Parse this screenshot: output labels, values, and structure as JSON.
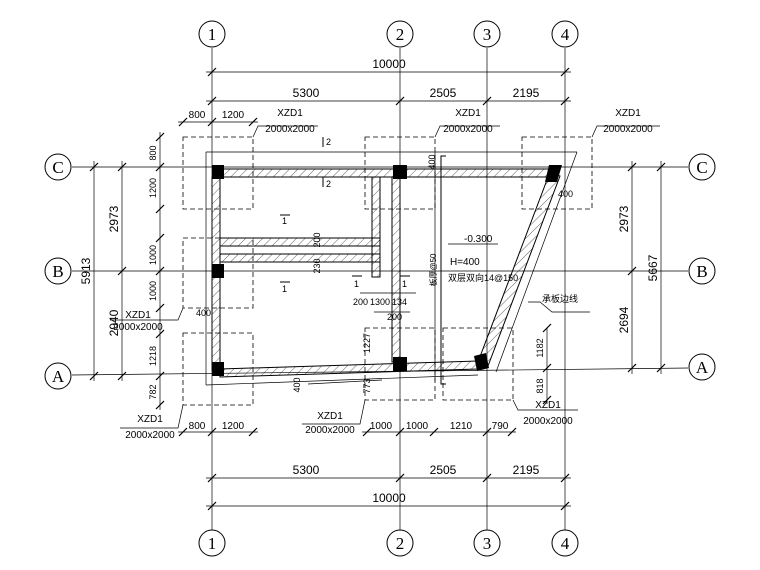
{
  "axes": {
    "vertical": [
      "1",
      "2",
      "3",
      "4"
    ],
    "horizontal": [
      "C",
      "B",
      "A"
    ]
  },
  "dims": {
    "total": "10000",
    "top_segments": [
      "5300",
      "2505",
      "2195"
    ],
    "top_sub": [
      "800",
      "1200"
    ],
    "bottom_segments": [
      "5300",
      "2505",
      "2195"
    ],
    "bottom_sub": [
      "800",
      "1200",
      "1000",
      "1000",
      "1210",
      "790"
    ],
    "left_outer": "5913",
    "left_mid": [
      "2973",
      "2940"
    ],
    "left_inner": [
      "800",
      "1200",
      "1000",
      "1000",
      "1218",
      "782"
    ],
    "right_outer": "5667",
    "right_mid": [
      "2973",
      "2694"
    ],
    "right_inner": [
      "1182",
      "818"
    ],
    "interior": [
      "400",
      "400",
      "400",
      "400",
      "200",
      "230",
      "200",
      "1300",
      "134",
      "200",
      "1227",
      "773",
      "400"
    ]
  },
  "tags": {
    "xzd1": "XZD1",
    "size": "2000x2000"
  },
  "notes": {
    "elevation": "-0.300",
    "height": "H=400",
    "rebar": "双层双向14@150",
    "thickening_line": "承板边线",
    "vertical_note": "板厚@50"
  },
  "sections": {
    "s1": "1",
    "s2": "2"
  }
}
